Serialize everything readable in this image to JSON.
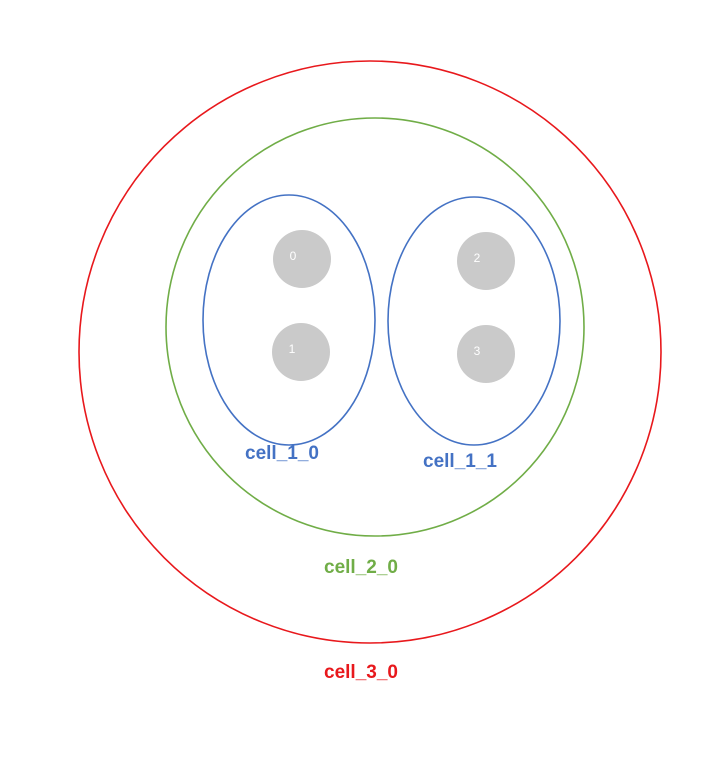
{
  "diagram": {
    "colors": {
      "level3": "#e8181c",
      "level2": "#70ad47",
      "level1": "#4472c4",
      "node": "#cacaca",
      "node_text": "#ffffff"
    },
    "cells": {
      "cell_3_0": {
        "label": "cell_3_0"
      },
      "cell_2_0": {
        "label": "cell_2_0"
      },
      "cell_1_0": {
        "label": "cell_1_0"
      },
      "cell_1_1": {
        "label": "cell_1_1"
      }
    },
    "nodes": [
      {
        "label": "0"
      },
      {
        "label": "1"
      },
      {
        "label": "2"
      },
      {
        "label": "3"
      }
    ]
  }
}
